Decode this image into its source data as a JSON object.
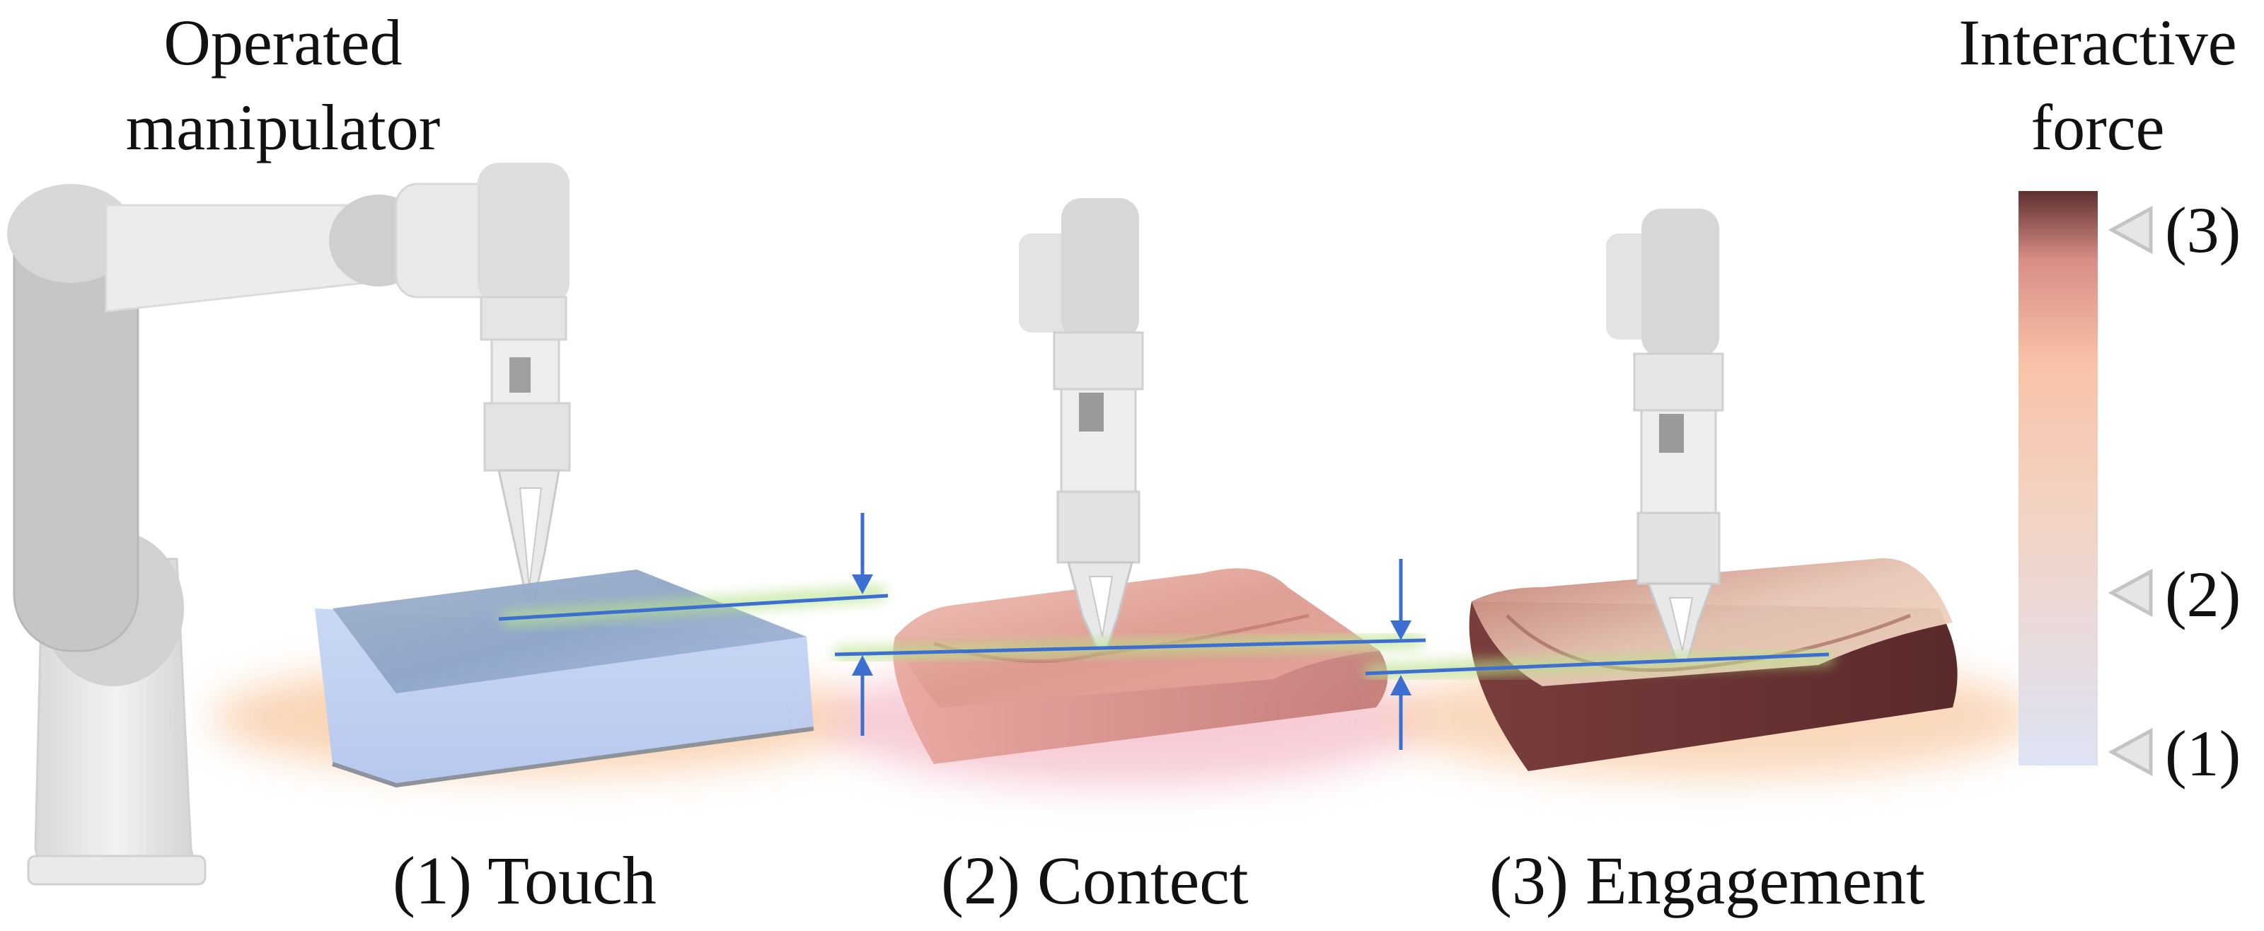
{
  "manipulator": {
    "title_line1": "Operated",
    "title_line2": "manipulator"
  },
  "force": {
    "title_line1": "Interactive",
    "title_line2": "force",
    "colorbar": {
      "low_color": "#dde3f4",
      "mid_color": "#f8c3a8",
      "high_color": "#5e3030"
    },
    "levels": [
      {
        "label": "(3)",
        "position": 1.0
      },
      {
        "label": "(2)",
        "position": 0.3
      },
      {
        "label": "(1)",
        "position": 0.0
      }
    ]
  },
  "stages": [
    {
      "number": "(1)",
      "name": "Touch",
      "pad_color": "#b7c8ee",
      "glow_color": "#f6b27a"
    },
    {
      "number": "(2)",
      "name": "Contect",
      "pad_color": "#e59a94",
      "glow_color": "#f1a3b4"
    },
    {
      "number": "(3)",
      "name": "Engagement",
      "pad_color": "#6b3434",
      "glow_color": "#f6b27a"
    }
  ],
  "colors": {
    "annotation_line": "#3d6fd1",
    "highlight": "#b7e38a",
    "robot": "#e6e6e6"
  }
}
